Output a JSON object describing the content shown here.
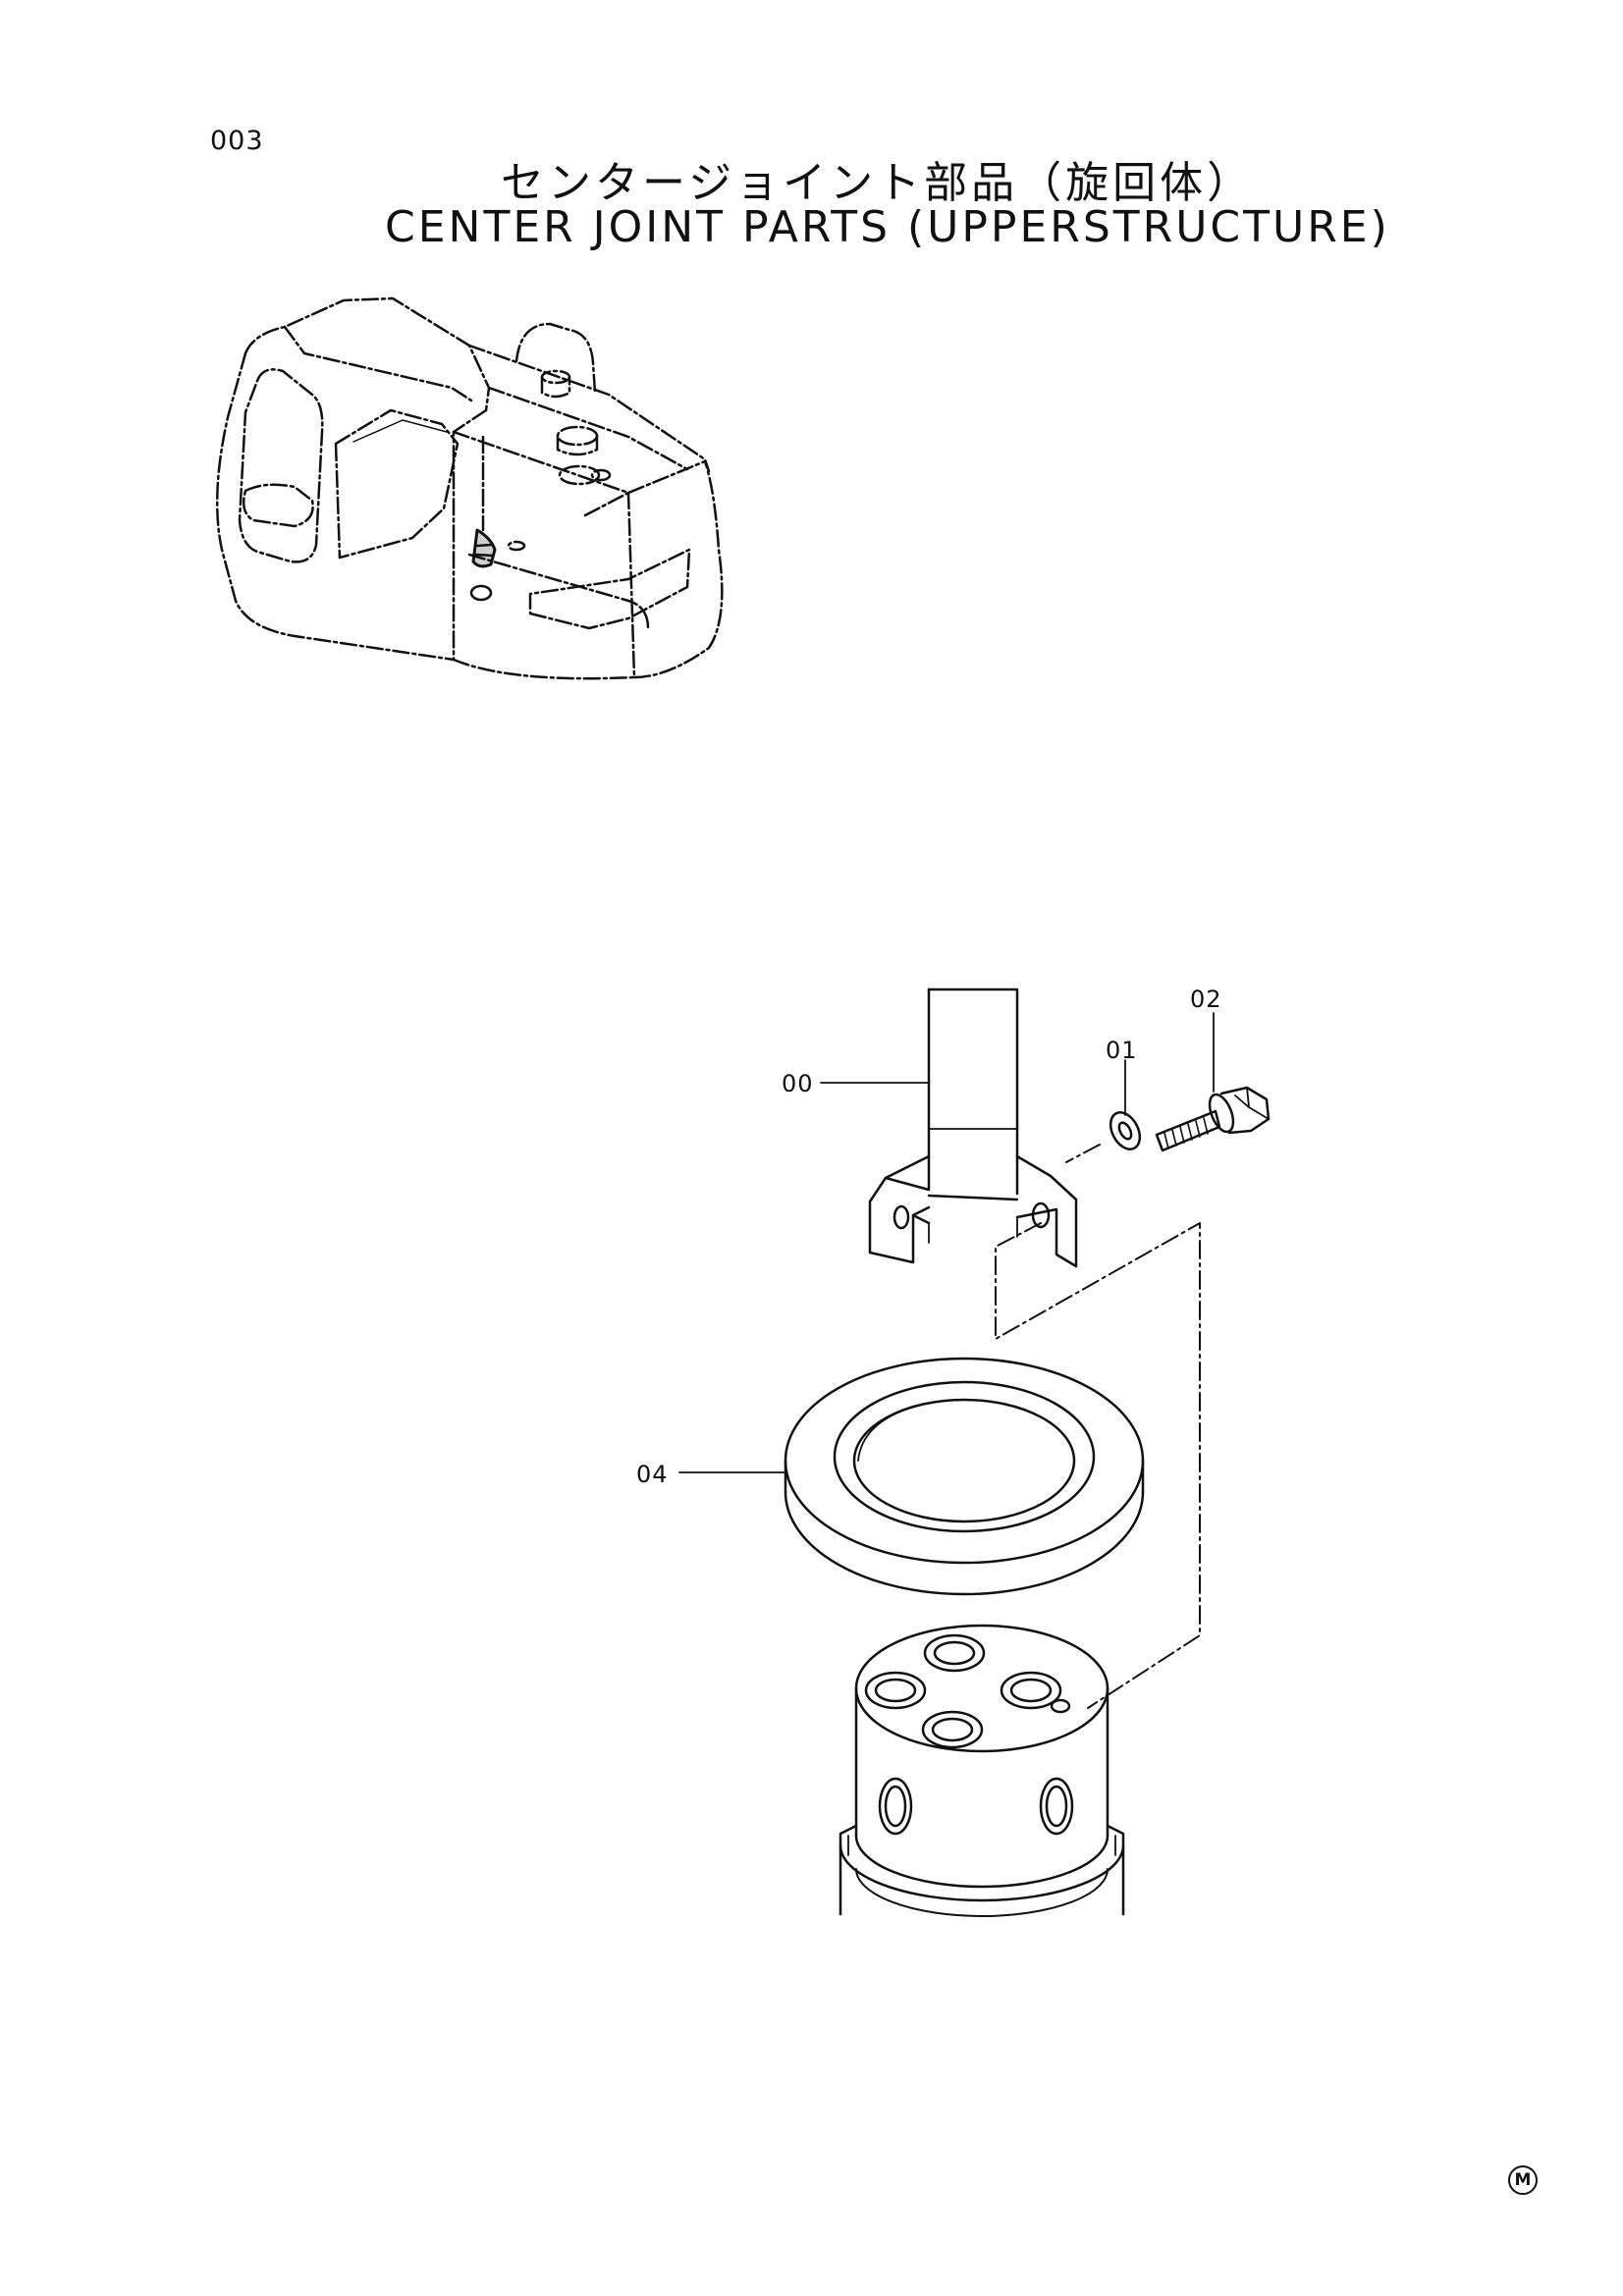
{
  "page": {
    "number": "003",
    "title_jp": "センタージョイント部品（旋回体）",
    "title_en": "CENTER JOINT PARTS (UPPERSTRUCTURE)"
  },
  "callouts": {
    "part_00": "00",
    "part_01": "01",
    "part_02": "02",
    "part_04": "04"
  },
  "maker_mark": "M"
}
